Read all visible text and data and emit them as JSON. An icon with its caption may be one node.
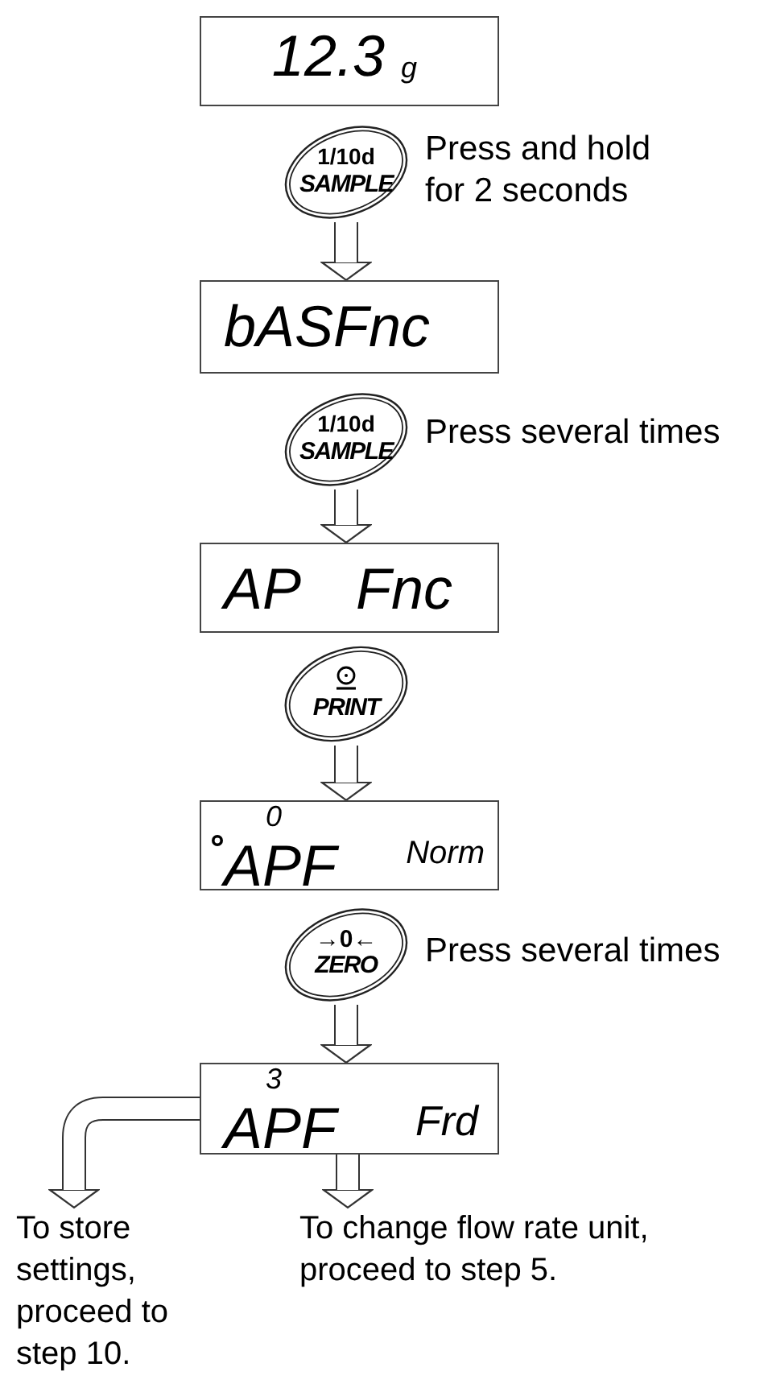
{
  "diagram": {
    "nodes": [
      {
        "text": [
          "12.3",
          "g"
        ]
      },
      {
        "text": [
          "1/10d",
          "SAMPLE"
        ],
        "beside": [
          "Press and hold for 2 seconds"
        ]
      },
      {
        "text": [
          "bASFnc"
        ]
      },
      {
        "text": [
          "1/10d",
          "SAMPLE"
        ],
        "beside": [
          "Press several times"
        ]
      },
      {
        "text": [
          "AP",
          "Fnc"
        ]
      },
      {
        "text": [
          "PRINT"
        ]
      },
      {
        "text": [
          "0",
          "APF",
          "Norm"
        ]
      },
      {
        "text": [
          "→0←",
          "ZERO"
        ],
        "beside": [
          "Press several times"
        ]
      },
      {
        "text": [
          "3",
          "APF",
          "Frd"
        ]
      },
      {
        "text": [
          "To store settings, proceed to step 10."
        ]
      },
      {
        "text": [
          "To change flow rate unit, proceed to step 5."
        ]
      }
    ],
    "edges": [
      {
        "from": 1,
        "to": 2,
        "arrow": "to"
      },
      {
        "from": 3,
        "to": 4,
        "arrow": "to"
      },
      {
        "from": 5,
        "to": 6,
        "arrow": "to"
      },
      {
        "from": 7,
        "to": 8,
        "arrow": "to"
      },
      {
        "from": 8,
        "to": 9,
        "arrow": "to"
      },
      {
        "from": 8,
        "to": 10,
        "arrow": "to"
      }
    ]
  }
}
